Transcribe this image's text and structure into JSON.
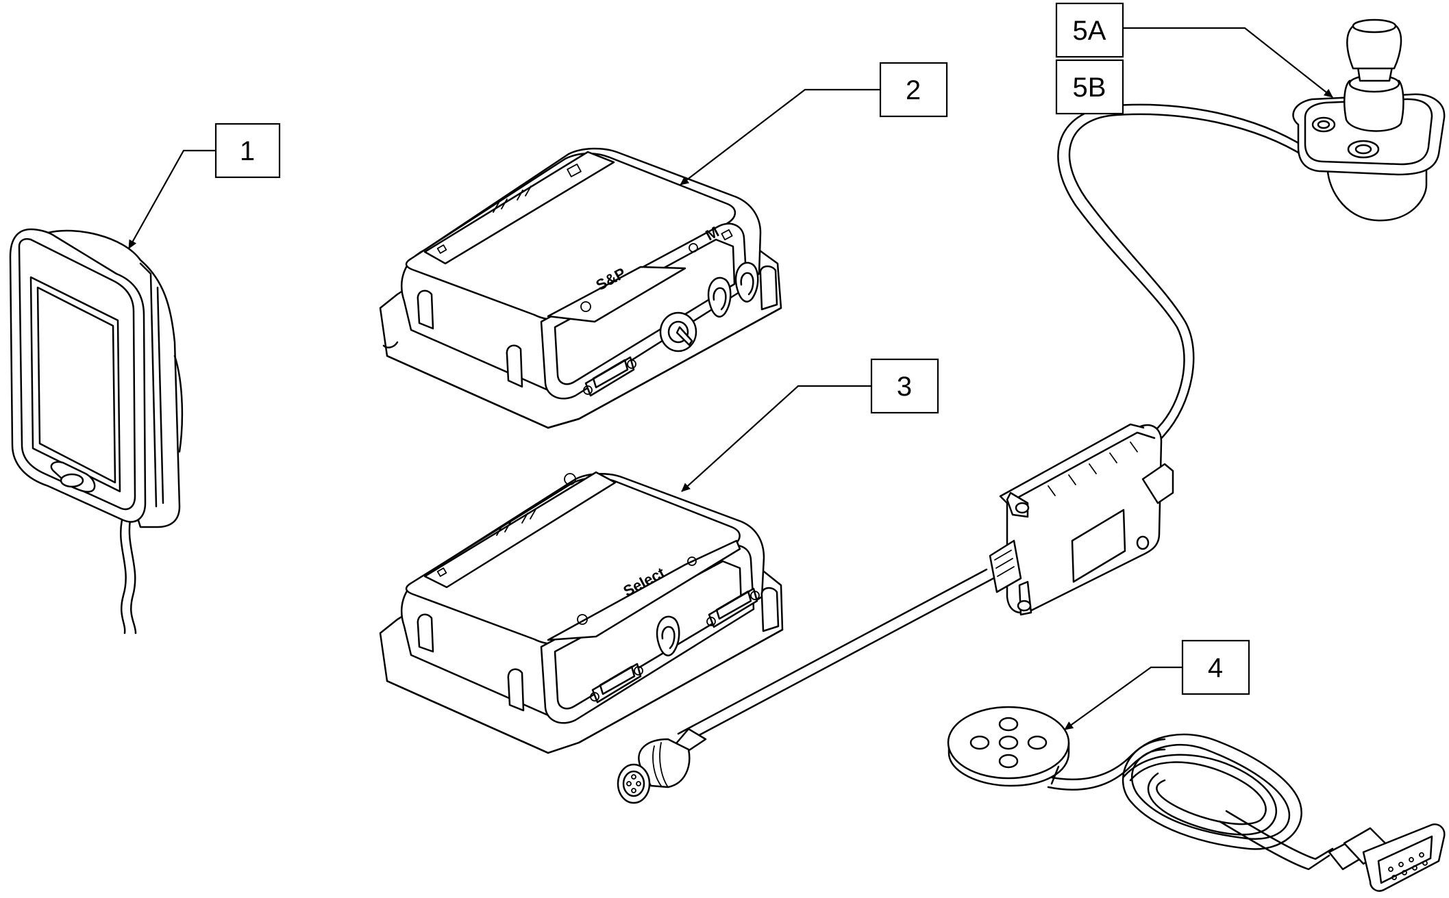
{
  "callouts": {
    "c1": "1",
    "c2": "2",
    "c3": "3",
    "c4": "4",
    "c5a": "5A",
    "c5b": "5B"
  },
  "device_labels": {
    "module2_name": "S&P",
    "module3_name": "Select"
  },
  "parts": [
    {
      "callout": "1",
      "icon": "touchscreen-display-icon"
    },
    {
      "callout": "2",
      "icon": "control-module-icon"
    },
    {
      "callout": "3",
      "icon": "control-module-icon"
    },
    {
      "callout": "4",
      "icon": "button-pad-switch-icon"
    },
    {
      "callout": "5A",
      "icon": "joystick-icon"
    },
    {
      "callout": "5B",
      "icon": "joystick-icon"
    }
  ]
}
